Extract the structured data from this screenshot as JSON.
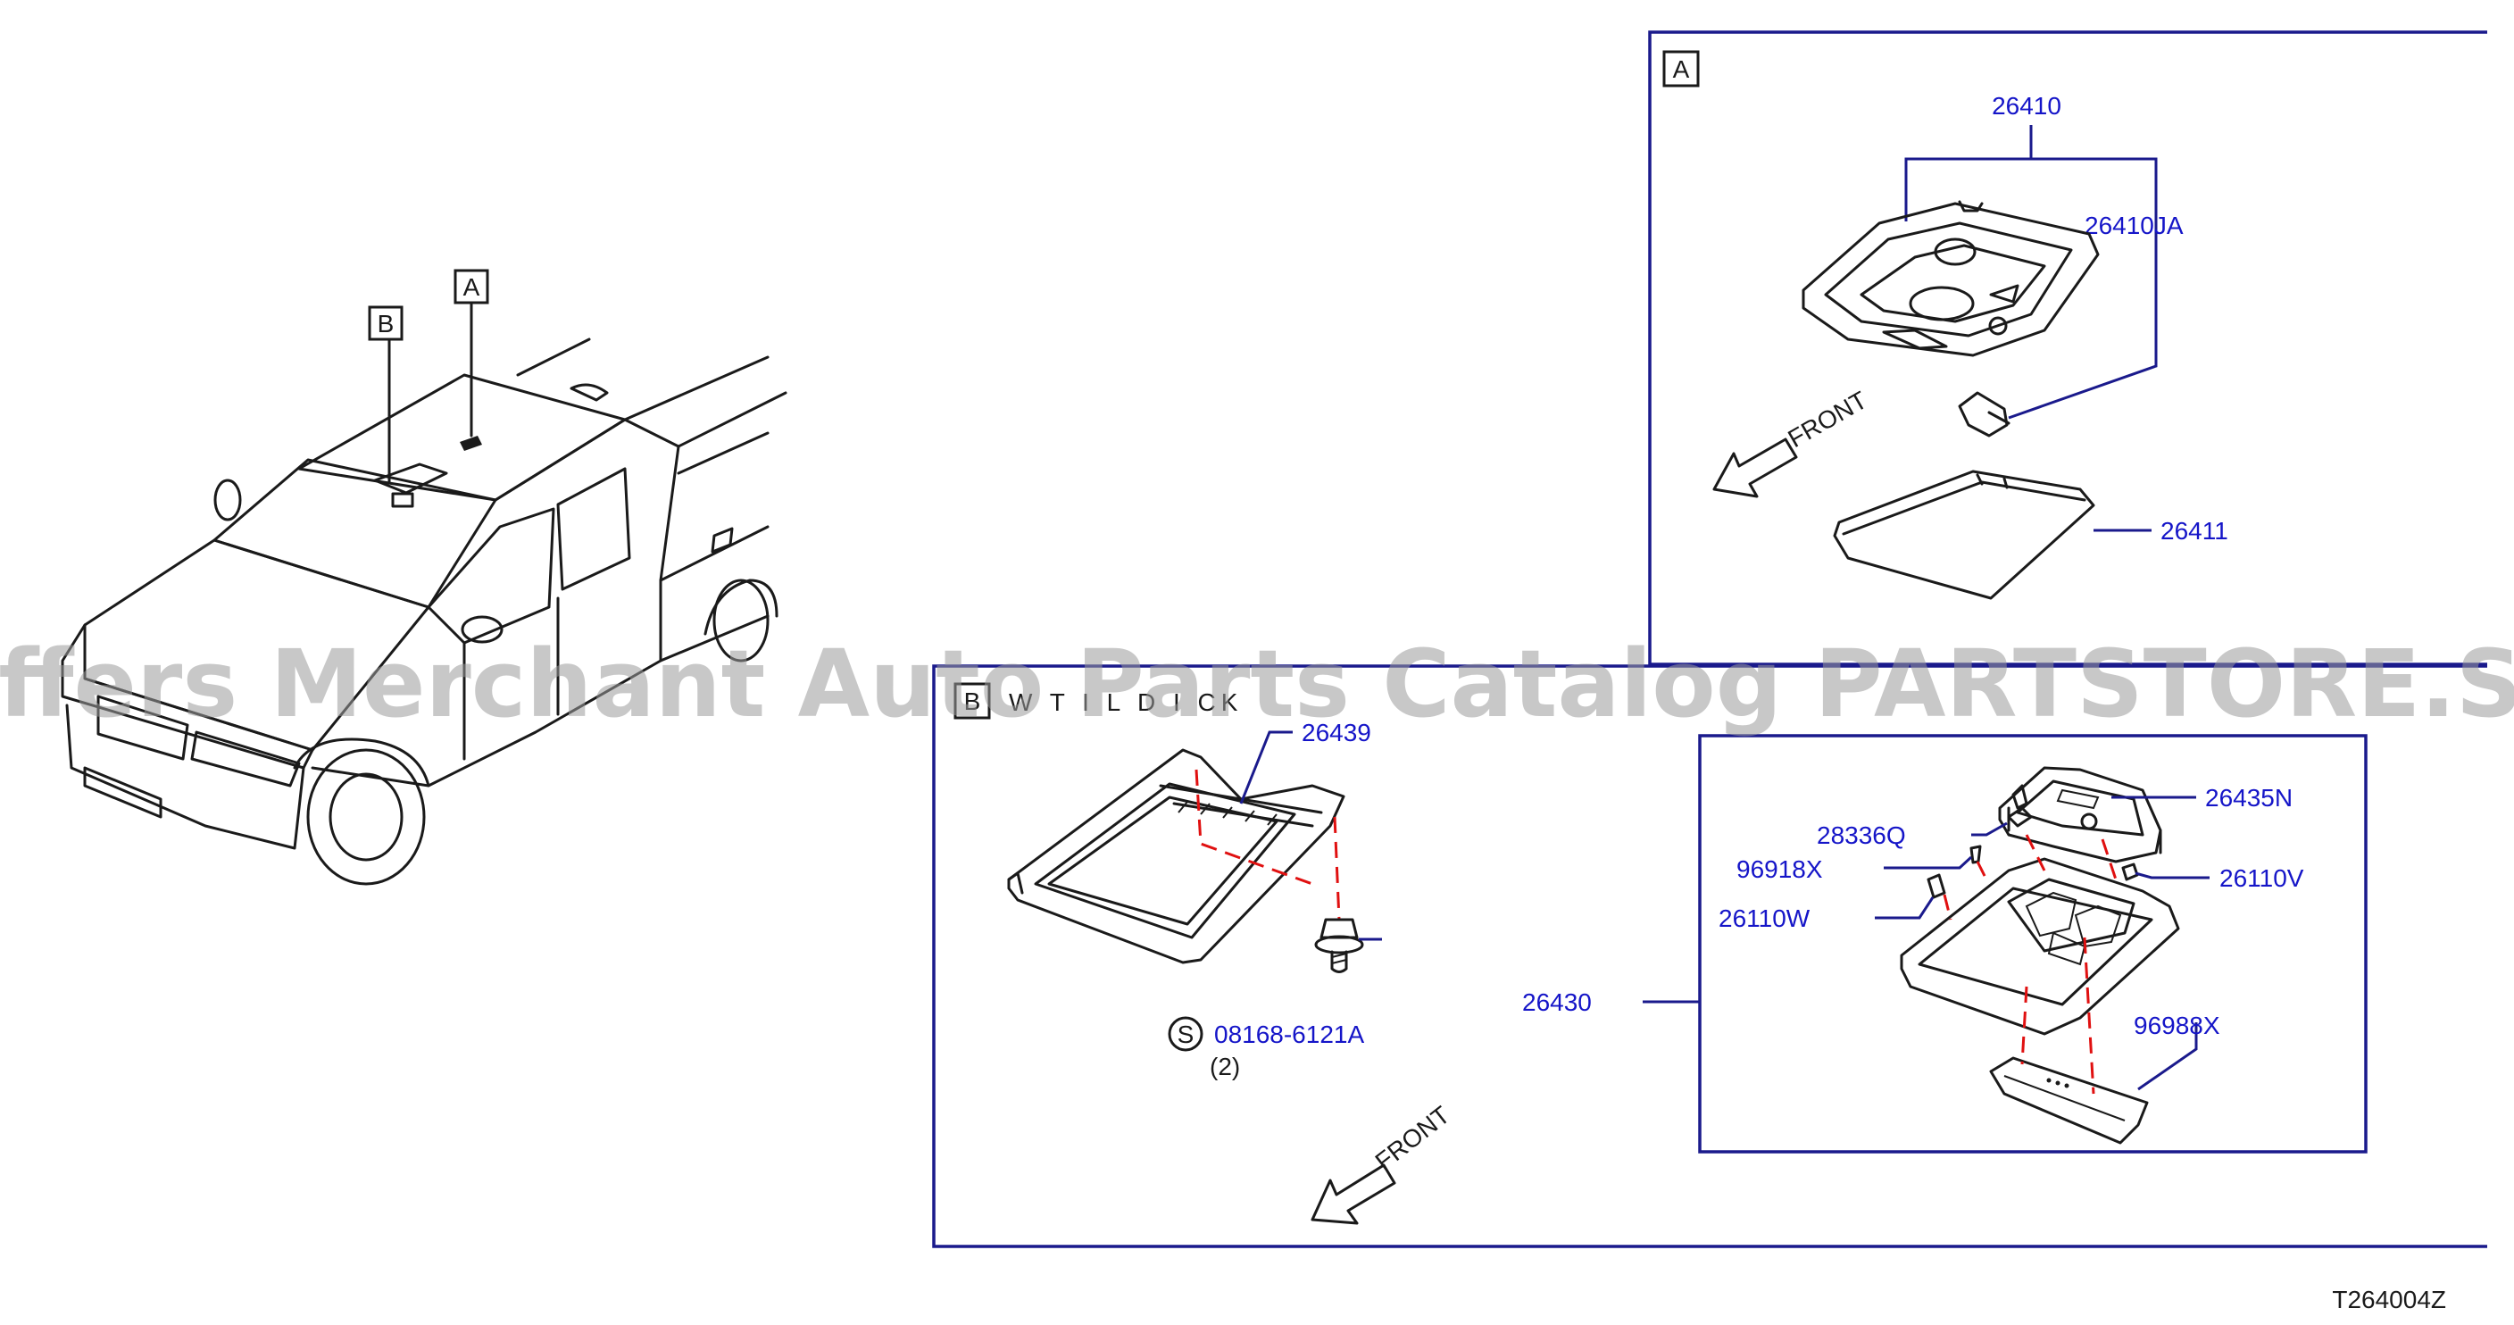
{
  "callouts": {
    "a": "A",
    "b": "B",
    "s": "S"
  },
  "section_a": {
    "label": "A",
    "front": "FRONT",
    "parts": {
      "p1": "26410",
      "p2": "26410JA",
      "p3": "26411"
    }
  },
  "section_b": {
    "label": "B",
    "partial_title": "W T I  L D  I CK",
    "front": "FRONT",
    "parts": {
      "p1": "26439",
      "p2": "08168-6121A",
      "p2_qty": "(2)",
      "p3": "26430",
      "p4": "26435N",
      "p5": "28336Q",
      "p6": "96918X",
      "p7": "26110V",
      "p8": "26110W",
      "p9": "96988X"
    }
  },
  "figure_code": "T264004Z",
  "watermark": "Offers Merchant Auto Parts Catalog PARTSTORE.SA",
  "colors": {
    "part_number": "#1515c8",
    "frame": "#1a1a8c",
    "dashed_guide": "#e01010"
  }
}
